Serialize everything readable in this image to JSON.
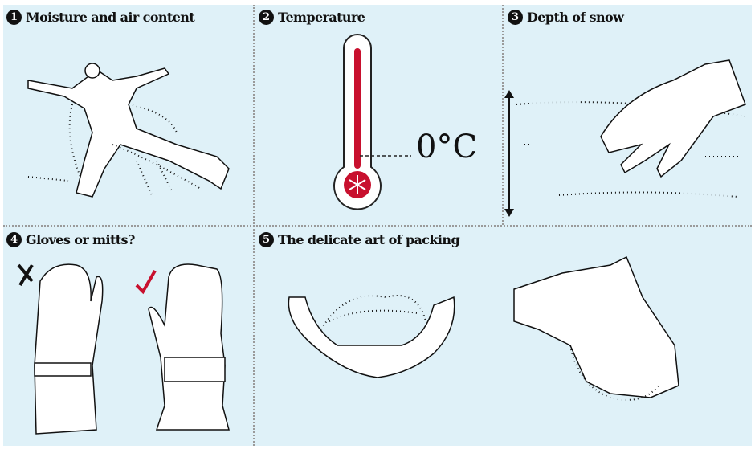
{
  "panels": [
    {
      "number": "1",
      "title": "Moisture and air content"
    },
    {
      "number": "2",
      "title": "Temperature"
    },
    {
      "number": "3",
      "title": "Depth of snow"
    },
    {
      "number": "4",
      "title": "Gloves or mitts?"
    },
    {
      "number": "5",
      "title": "The delicate art of packing"
    }
  ],
  "thermometer": {
    "label": "0°C",
    "icon": "snowflake-icon"
  },
  "gloves": {
    "mitt_mark": "cross-icon",
    "glove_mark": "check-icon"
  },
  "colors": {
    "background": "#dff1f8",
    "accent_red": "#c8102e",
    "ink": "#111111"
  }
}
